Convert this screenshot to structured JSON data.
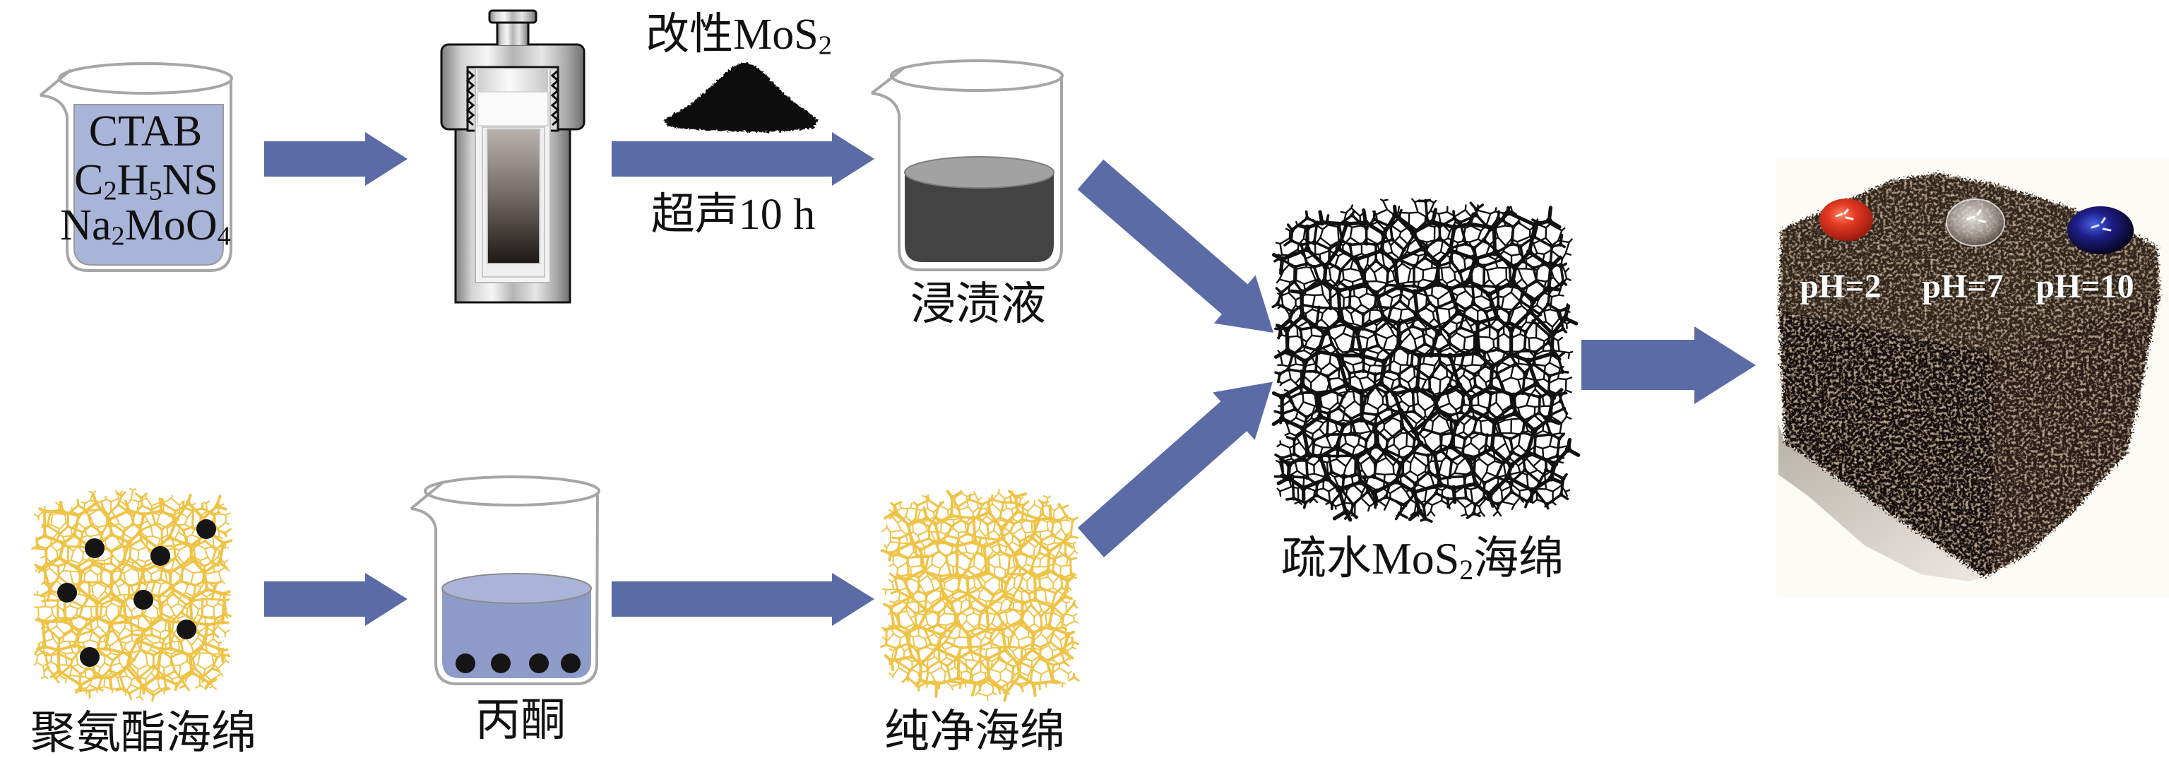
{
  "arrows": {
    "color": "#5a6ba6",
    "icon": "flow-arrow"
  },
  "synthesis": {
    "precursor_beaker": {
      "icon": "beaker",
      "liquid_color": "#a9b4d9",
      "reagents": [
        {
          "segments": [
            {
              "text": "CTAB",
              "sub": false
            }
          ]
        },
        {
          "segments": [
            {
              "text": "C",
              "sub": false
            },
            {
              "text": "2",
              "sub": true
            },
            {
              "text": "H",
              "sub": false
            },
            {
              "text": "5",
              "sub": true
            },
            {
              "text": "NS",
              "sub": false
            }
          ]
        },
        {
          "segments": [
            {
              "text": "Na",
              "sub": false
            },
            {
              "text": "2",
              "sub": true
            },
            {
              "text": "MoO",
              "sub": false
            },
            {
              "text": "4",
              "sub": true
            }
          ]
        }
      ]
    },
    "autoclave": {
      "icon": "hydrothermal-autoclave"
    },
    "modified_mos2": {
      "icon": "black-powder-pile",
      "label_main": "改性MoS",
      "label_sub": "2",
      "powder_color": "#0f0f0f"
    },
    "sonication": {
      "label": "超声10 h"
    },
    "impregnation_beaker": {
      "icon": "beaker",
      "label": "浸渍液",
      "liquid_color": "#434343",
      "liquid_surface_color": "#a2a2a2"
    }
  },
  "pretreatment": {
    "pu_sponge": {
      "icon": "yellow-foam-sponge",
      "label": "聚氨酯海绵",
      "color": "#efc346",
      "impurity_color": "#151515"
    },
    "acetone_beaker": {
      "icon": "beaker",
      "label": "丙酮",
      "liquid_color": "#8d9bc8",
      "liquid_surface_color": "#aab4d7",
      "impurity_color": "#151515"
    },
    "clean_sponge": {
      "icon": "yellow-foam-sponge",
      "label": "纯净海绵",
      "color": "#efc346"
    }
  },
  "product": {
    "hydrophobic_sponge": {
      "icon": "black-foam-sponge",
      "label_pre": "疏水MoS",
      "label_sub": "2",
      "label_post": "海绵",
      "color": "#111111"
    },
    "result_photo": {
      "icon": "sponge-photo-with-droplets",
      "droplets": [
        {
          "label": "pH=2",
          "color": "#e23a22"
        },
        {
          "label": "pH=7",
          "color": "#c8c3be"
        },
        {
          "label": "pH=10",
          "color": "#1f1f8a"
        }
      ]
    }
  }
}
